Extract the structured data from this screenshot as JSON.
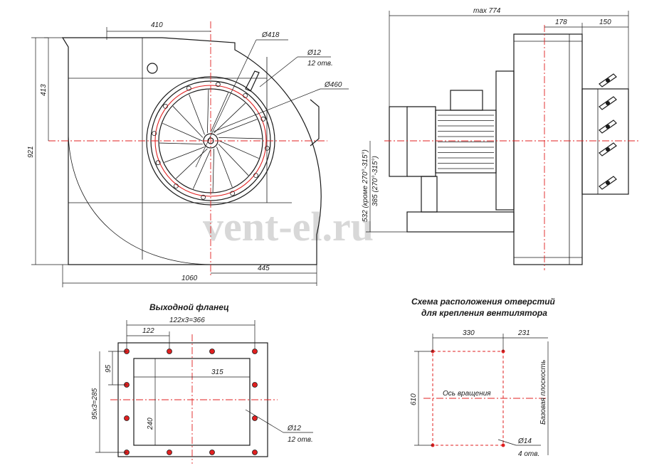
{
  "watermark": "vent-el.ru",
  "front_view": {
    "dim_410": "410",
    "dim_413": "413",
    "dim_921": "921",
    "dim_1060": "1060",
    "dim_445": "445",
    "dia_418": "Ø418",
    "dia_12": "Ø12",
    "holes_12": "12 отв.",
    "dia_460": "Ø460"
  },
  "side_view": {
    "dim_max": "max 774",
    "dim_178": "178",
    "dim_150": "150",
    "dim_532": "532 (кроме 270°-315°)",
    "dim_385": "385 (270°-315°)"
  },
  "flange": {
    "title": "Выходной фланец",
    "dim_122x3": "122x3=366",
    "dim_122": "122",
    "dim_95": "95",
    "dim_95x3": "95x3=285",
    "dim_315": "315",
    "dim_240": "240",
    "dia_12": "Ø12",
    "holes_12": "12 отв."
  },
  "mounting": {
    "title_line1": "Схема расположения отверстий",
    "title_line2": "для крепления вентилятора",
    "dim_330": "330",
    "dim_231": "231",
    "dim_610": "610",
    "axis_label": "Ось вращения",
    "base_label": "Базовая плоскость",
    "dia_14": "Ø14",
    "holes_4": "4 отв."
  }
}
